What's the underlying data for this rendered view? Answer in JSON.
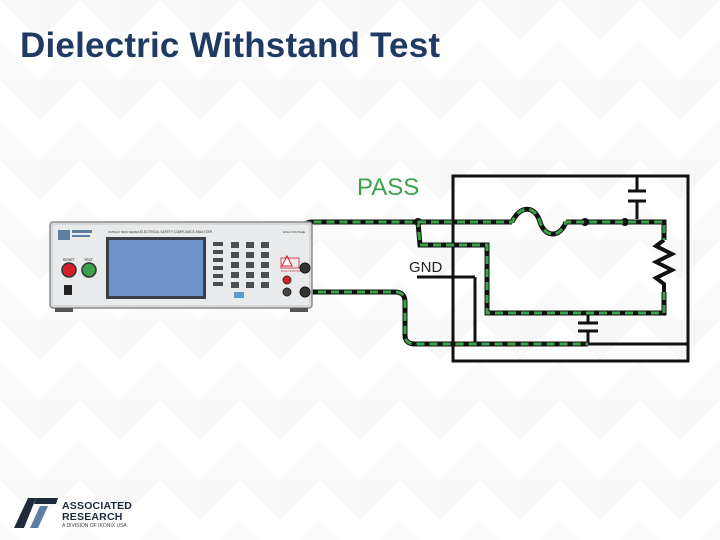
{
  "slide": {
    "title": "Dielectric Withstand Test"
  },
  "diagram": {
    "status_label": "PASS",
    "ground_label": "GND",
    "status_color": "#3aa24a",
    "wire_color": "#3aa24a",
    "icons": [
      "capacitor-icon",
      "fuse-icon",
      "resistor-icon",
      "ground-line"
    ]
  },
  "instrument": {
    "header_text": "ELECTRICAL SAFETY COMPLIANCE ANALYZER",
    "model_text": "OMNIA II 8200 SERIES",
    "reset_label": "RESET",
    "test_label": "TEST",
    "warning_text": "HIGH VOLTAGE",
    "panel_title": "HIGH VOLTAGE"
  },
  "logo": {
    "line1": "ASSOCIATED",
    "line2": "RESEARCH",
    "subtitle": "A DIVISION OF IKONIX USA",
    "brand_color": "#1e2a3a",
    "accent_color": "#5c7ea0"
  }
}
